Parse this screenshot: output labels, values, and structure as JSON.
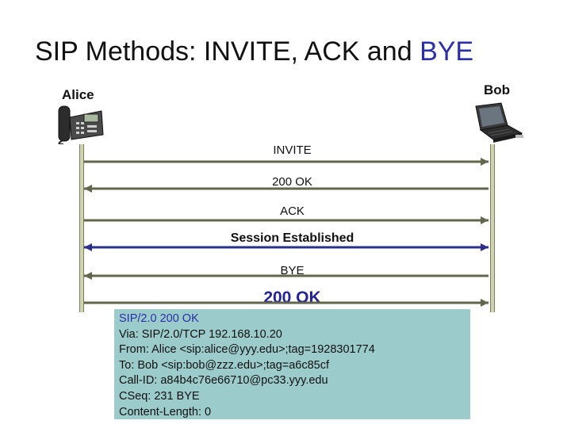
{
  "title": {
    "main": "SIP Methods: INVITE, ACK and ",
    "accent": "BYE"
  },
  "parties": {
    "alice": "Alice",
    "bob": "Bob"
  },
  "messages": [
    {
      "label": "INVITE",
      "direction": "right"
    },
    {
      "label": "200 OK",
      "direction": "left"
    },
    {
      "label": "ACK",
      "direction": "right"
    },
    {
      "label": "Session Established",
      "direction": "both"
    },
    {
      "label": "BYE",
      "direction": "left"
    },
    {
      "label": "200 OK",
      "direction": "right"
    }
  ],
  "response_detail": [
    "SIP/2.0 200 OK",
    "Via: SIP/2.0/TCP 192.168.10.20",
    "From: Alice <sip:alice@yyy.edu>;tag=1928301774",
    "To: Bob <sip:bob@zzz.edu>;tag=a6c85cf",
    "Call-ID: a84b4c76e66710@pc33.yyy.edu",
    "CSeq: 231 BYE",
    "Content-Length: 0"
  ],
  "colors": {
    "accent": "#2b2fa8",
    "arrow": "#62664a",
    "session_arrow": "#2b2f8a",
    "lifeline": "#cfd3b0",
    "box": "#9ccbcb"
  },
  "icons": {
    "alice": "desk-phone-icon",
    "bob": "laptop-icon"
  }
}
